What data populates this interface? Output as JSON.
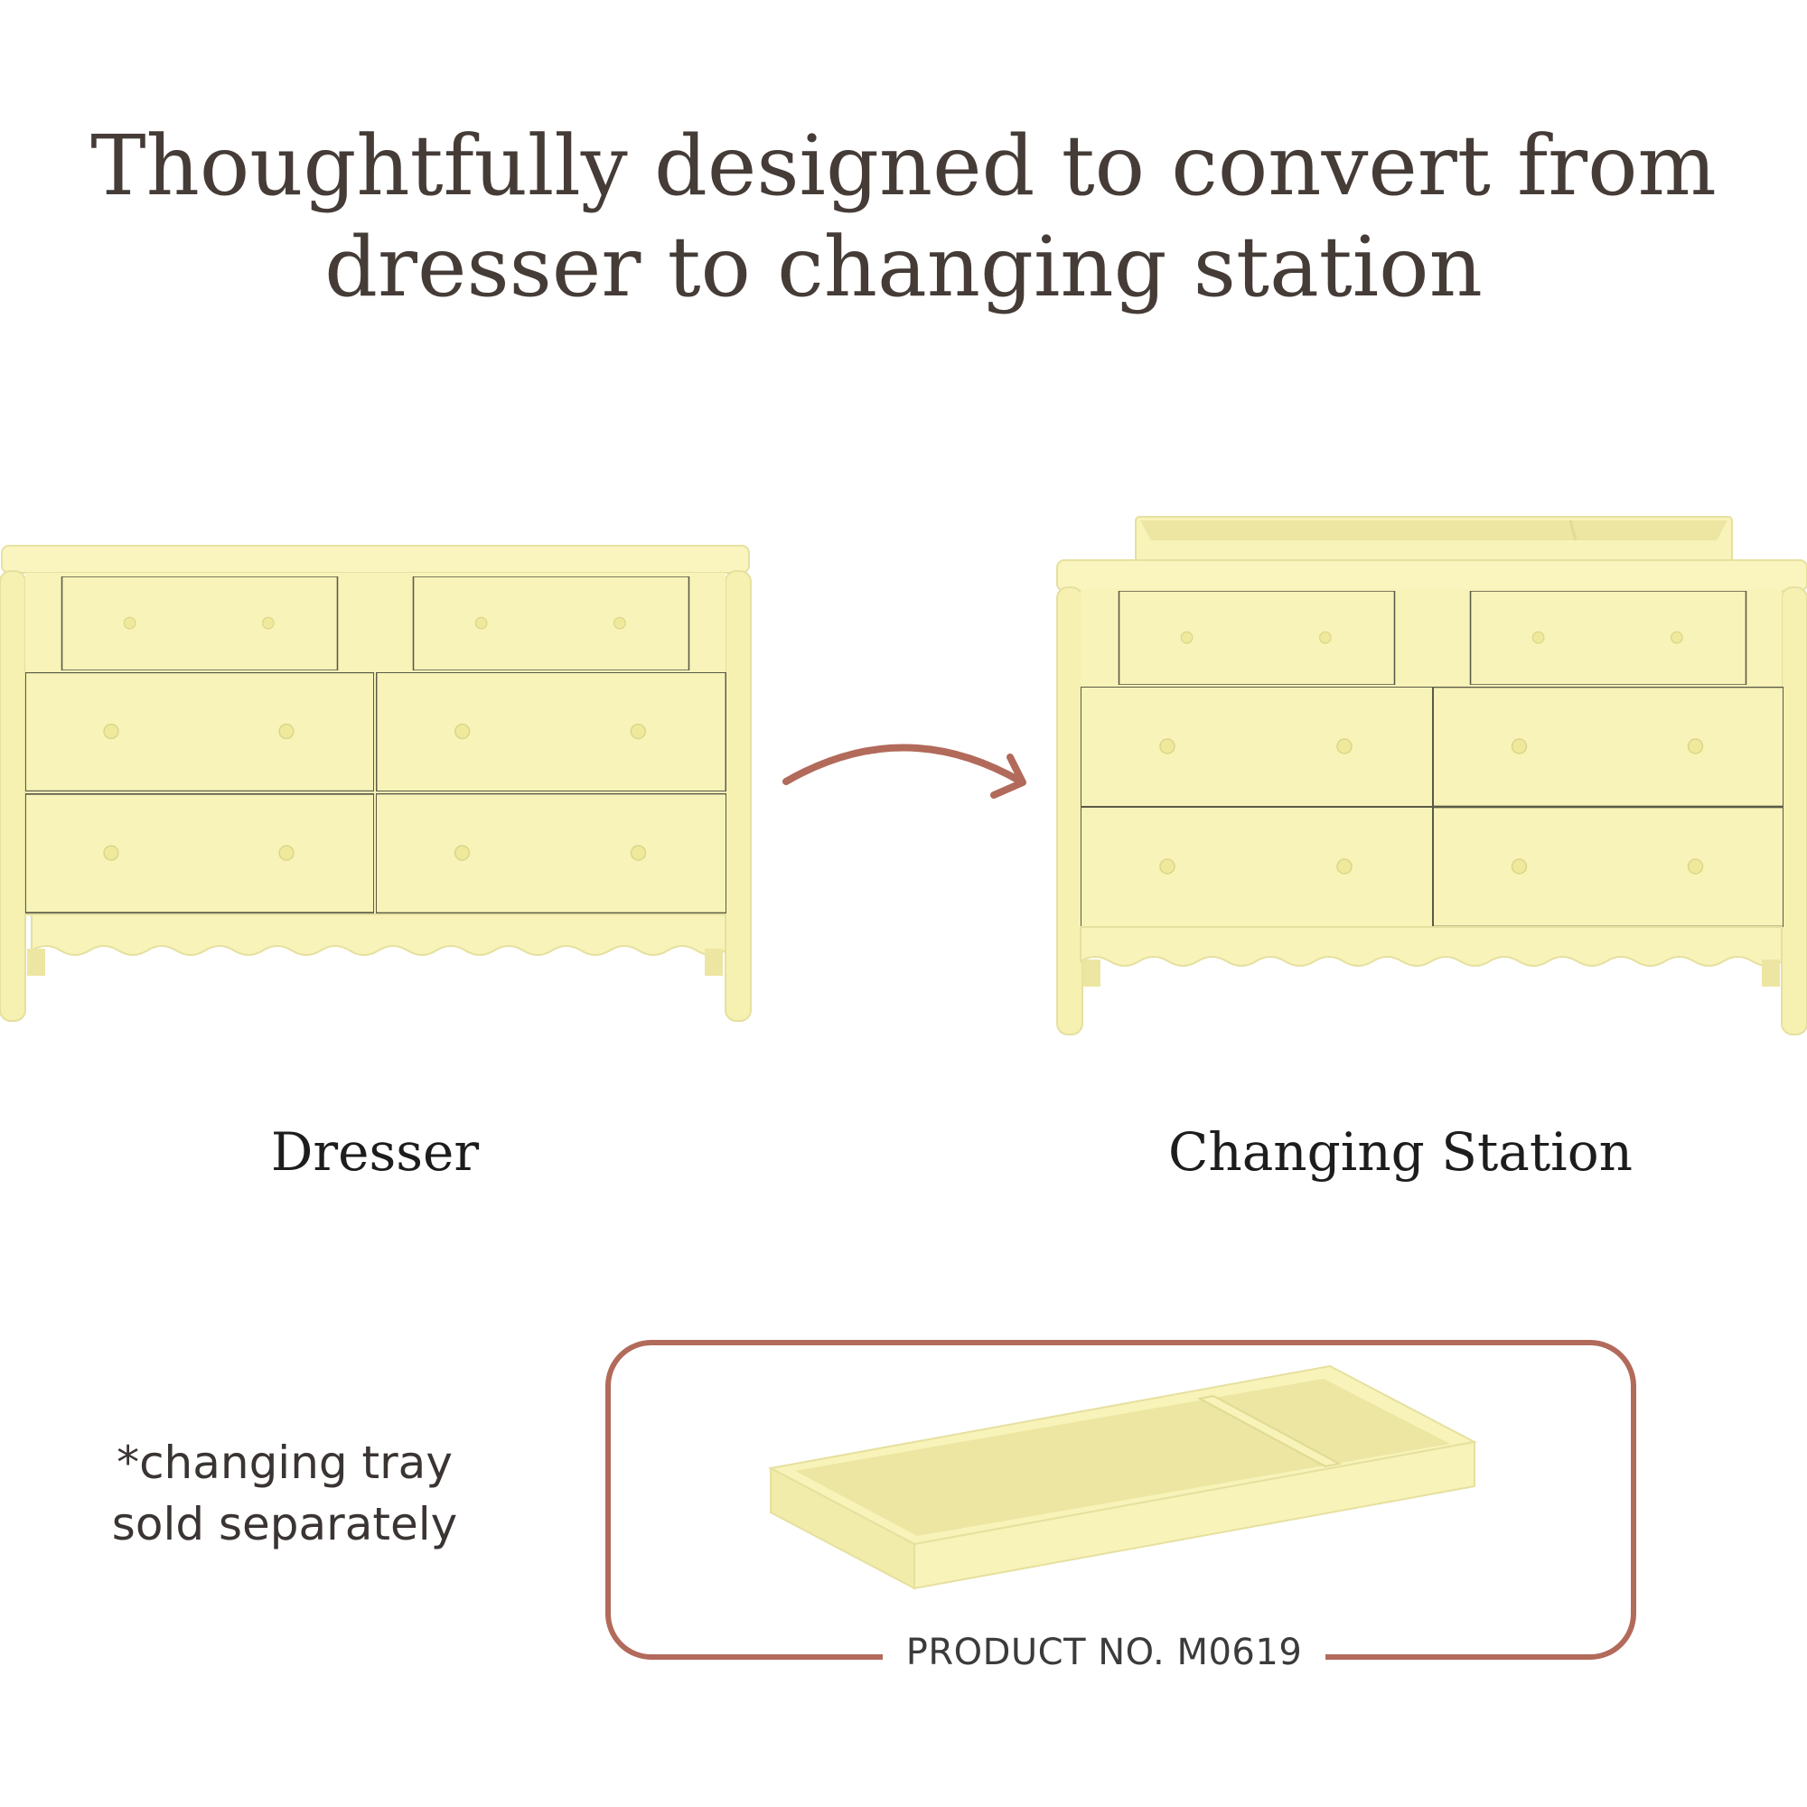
{
  "headline": {
    "line1": "Thoughtfully designed to convert from",
    "line2": "dresser to changing station"
  },
  "labels": {
    "dresser": "Dresser",
    "changing_station": "Changing Station"
  },
  "note": {
    "line1": "*changing tray",
    "line2": "sold separately"
  },
  "product": {
    "number_label": "PRODUCT NO. M0619"
  },
  "colors": {
    "furniture": "#f8f3b8",
    "furniture_shade": "#ece6a2",
    "knob": "#f0ea9f",
    "outline": "#5a5a48",
    "accent": "#b26a5b",
    "text": "#453c37"
  },
  "icons": {
    "arrow": "curved-arrow-right-icon"
  }
}
